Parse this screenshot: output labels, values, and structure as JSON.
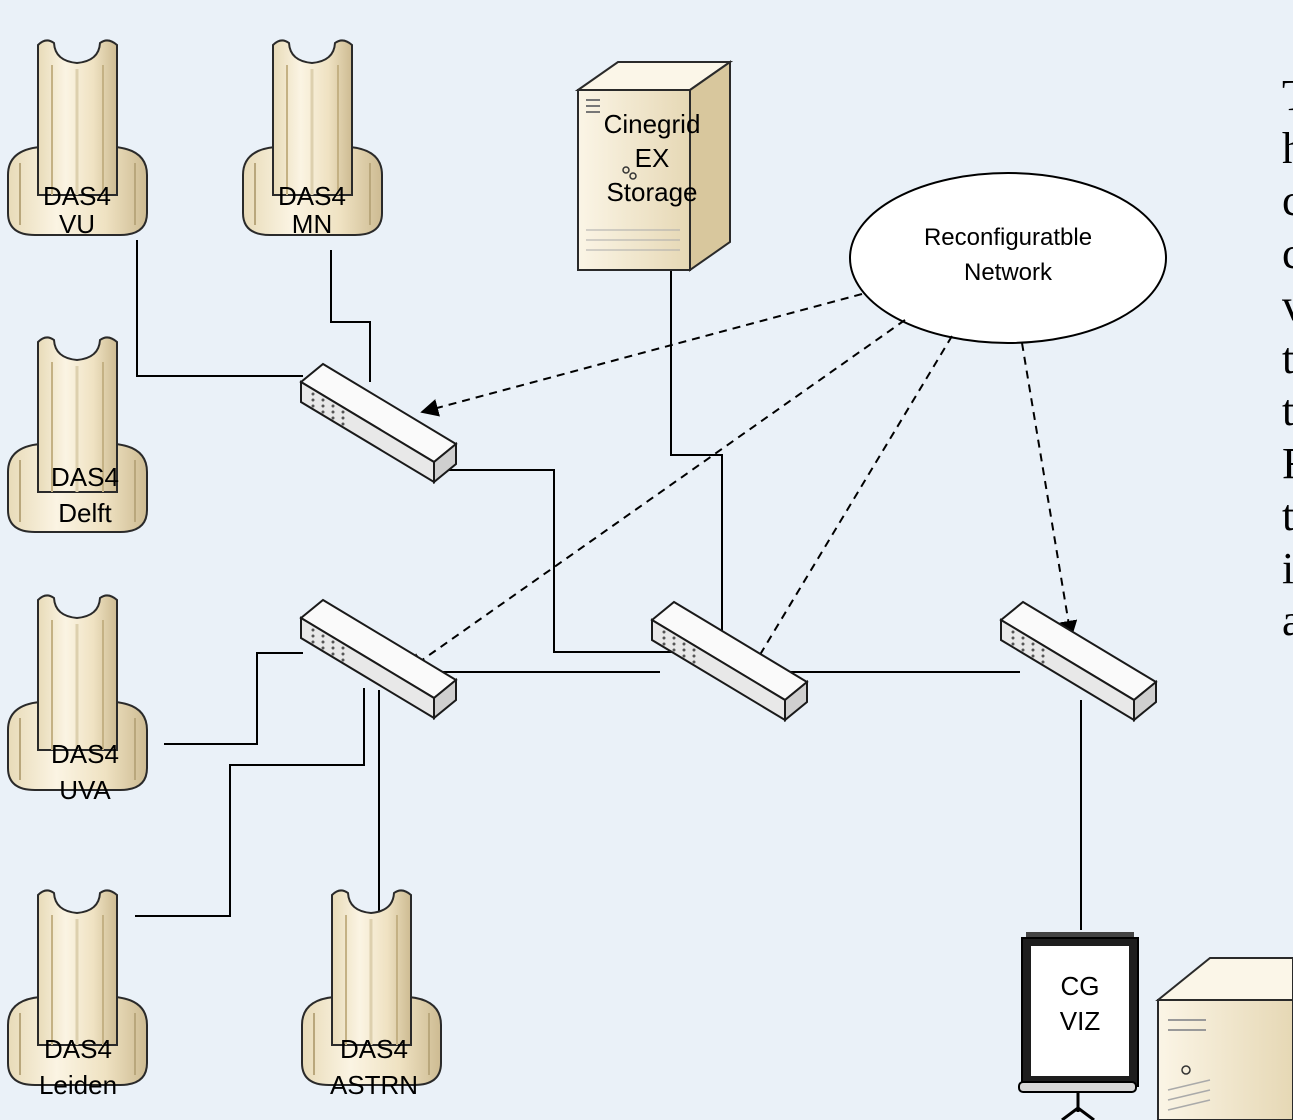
{
  "nodes": {
    "das4_vu": {
      "line1": "DAS4",
      "line2": "VU"
    },
    "das4_mn": {
      "line1": "DAS4",
      "line2": "MN"
    },
    "das4_delft": {
      "line1": "DAS4",
      "line2": "Delft"
    },
    "das4_uva": {
      "line1": "DAS4",
      "line2": "UVA"
    },
    "das4_leiden": {
      "line1": "DAS4",
      "line2": "Leiden"
    },
    "das4_astrn": {
      "line1": "DAS4",
      "line2": "ASTRN"
    },
    "storage": {
      "line1": "Cinegrid",
      "line2": "EX",
      "line3": "Storage"
    },
    "network": {
      "line1": "Reconfiguratble",
      "line2": "Network"
    },
    "viz": {
      "line1": "CG",
      "line2": "VIZ"
    }
  },
  "side_text": [
    "T",
    "h",
    "c",
    "c",
    "v",
    "t",
    "t",
    "F",
    "t",
    "i",
    "a"
  ],
  "colors": {
    "background": "#eaf1f8",
    "tower_fill": "#f4ead2",
    "tower_shade": "#d9c9a3",
    "tower_stroke": "#2a2a2a",
    "switch_fill": "#f2f2f2",
    "link": "#000000"
  }
}
